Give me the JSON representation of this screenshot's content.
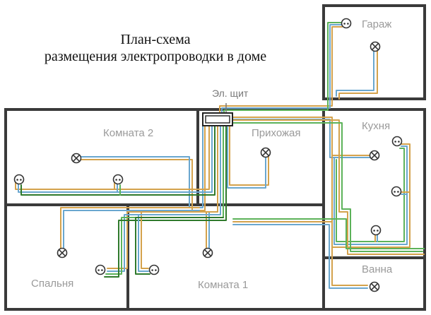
{
  "title": {
    "line1": "План-схема",
    "line2": "размещения электропроводки в доме"
  },
  "panel_label": "Эл. щит",
  "rooms": {
    "garage": "Гараж",
    "room2": "Комната 2",
    "hallway": "Прихожая",
    "kitchen": "Кухня",
    "bedroom": "Спальня",
    "room1": "Комната 1",
    "bathroom": "Ванна"
  },
  "wire_colors": {
    "phase": "#d4a24c",
    "neutral": "#6aa7cf",
    "ground": "#5cb25a",
    "ground_dark": "#2f7a2c",
    "wall": "#3a3a3a"
  }
}
